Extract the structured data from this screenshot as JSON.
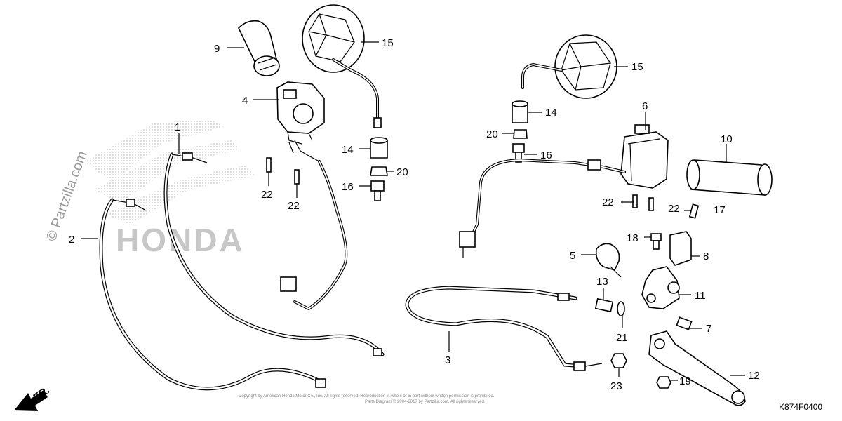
{
  "watermark": {
    "site": "© Partzilla.com",
    "brand": "HONDA"
  },
  "diagram_code": "K874F0400",
  "direction_label": "FR.",
  "footer_text": {
    "line1": "Copyright by American Honda Motor Co., Inc. All rights reserved. Reproduction in whole or in part without written permission is prohibited.",
    "line2": "Parts Diagram © 2004-2017 by Partzilla.com. All rights reserved."
  },
  "callouts": [
    {
      "id": "c9",
      "label": "9"
    },
    {
      "id": "c15a",
      "label": "15"
    },
    {
      "id": "c15b",
      "label": "15"
    },
    {
      "id": "c4",
      "label": "4"
    },
    {
      "id": "c1",
      "label": "1"
    },
    {
      "id": "c22a",
      "label": "22"
    },
    {
      "id": "c22b",
      "label": "22"
    },
    {
      "id": "c14a",
      "label": "14"
    },
    {
      "id": "c20a",
      "label": "20"
    },
    {
      "id": "c16a",
      "label": "16"
    },
    {
      "id": "c2",
      "label": "2"
    },
    {
      "id": "c14b",
      "label": "14"
    },
    {
      "id": "c20b",
      "label": "20"
    },
    {
      "id": "c16b",
      "label": "16"
    },
    {
      "id": "c6",
      "label": "6"
    },
    {
      "id": "c10",
      "label": "10"
    },
    {
      "id": "c22c",
      "label": "22"
    },
    {
      "id": "c22d",
      "label": "22"
    },
    {
      "id": "c17",
      "label": "17"
    },
    {
      "id": "c18",
      "label": "18"
    },
    {
      "id": "c8",
      "label": "8"
    },
    {
      "id": "c5",
      "label": "5"
    },
    {
      "id": "c13",
      "label": "13"
    },
    {
      "id": "c11",
      "label": "11"
    },
    {
      "id": "c21",
      "label": "21"
    },
    {
      "id": "c7",
      "label": "7"
    },
    {
      "id": "c3",
      "label": "3"
    },
    {
      "id": "c12",
      "label": "12"
    },
    {
      "id": "c23",
      "label": "23"
    },
    {
      "id": "c19",
      "label": "19"
    }
  ]
}
